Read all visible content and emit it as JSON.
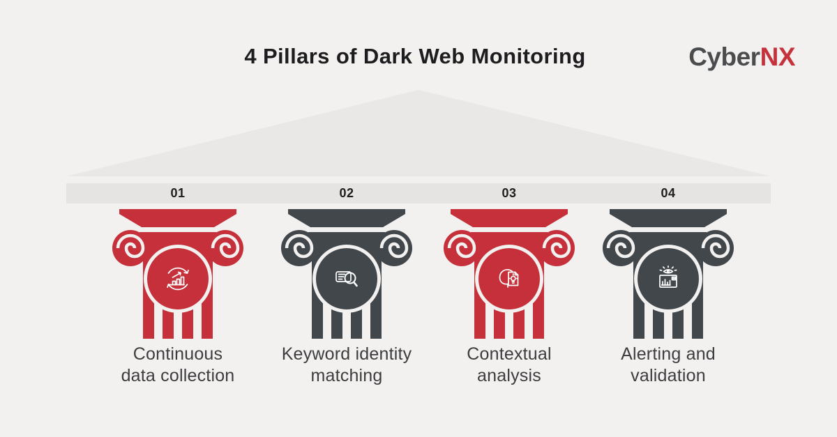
{
  "title": "4 Pillars of Dark Web Monitoring",
  "logo": {
    "part1": "Cyber",
    "part2": "NX"
  },
  "colors": {
    "background": "#f2f1ef",
    "pediment": "#e9e8e6",
    "bar": "#e6e4e2",
    "red": "#c5303a",
    "dark": "#42474c",
    "title_text": "#1d1d1f",
    "label_text": "#3d3d3f",
    "number_text": "#1e1e1e",
    "logo_gray": "#4b4c4e",
    "logo_red": "#c5323b",
    "icon_stroke": "#ffffff"
  },
  "pillars": [
    {
      "number": "01",
      "color": "red",
      "icon": "continuous-data-collection-icon",
      "label_line1": "Continuous",
      "label_line2": "data collection"
    },
    {
      "number": "02",
      "color": "dark",
      "icon": "keyword-identity-matching-icon",
      "label_line1": "Keyword identity",
      "label_line2": "matching"
    },
    {
      "number": "03",
      "color": "red",
      "icon": "contextual-analysis-icon",
      "label_line1": "Contextual",
      "label_line2": "analysis"
    },
    {
      "number": "04",
      "color": "dark",
      "icon": "alerting-validation-icon",
      "label_line1": "Alerting and",
      "label_line2": "validation"
    }
  ]
}
